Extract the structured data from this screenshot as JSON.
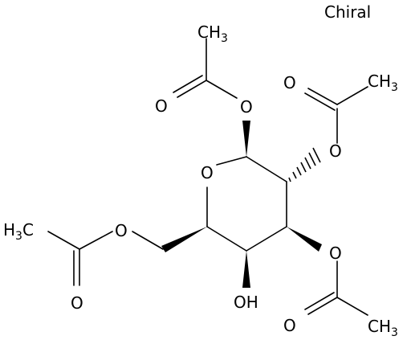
{
  "chiral_label": "Chiral",
  "atoms": {
    "ring_oxygen": "O",
    "anomeric_oxygen": "O",
    "anomeric_carbonyl_oxygen": "O",
    "anomeric_methyl": {
      "base": "CH",
      "sub": "3"
    },
    "c2_oxygen": "O",
    "c2_carbonyl_oxygen": "O",
    "c2_methyl": {
      "base": "CH",
      "sub": "3"
    },
    "c3_oxygen": "O",
    "c3_carbonyl_oxygen": "O",
    "c3_methyl": {
      "base": "CH",
      "sub": "3"
    },
    "hydroxyl": "OH",
    "c6_oxygen": "O",
    "c6_carbonyl_oxygen": "O",
    "c6_methyl": {
      "base": "H",
      "sub": "3",
      "tail": "C"
    }
  }
}
